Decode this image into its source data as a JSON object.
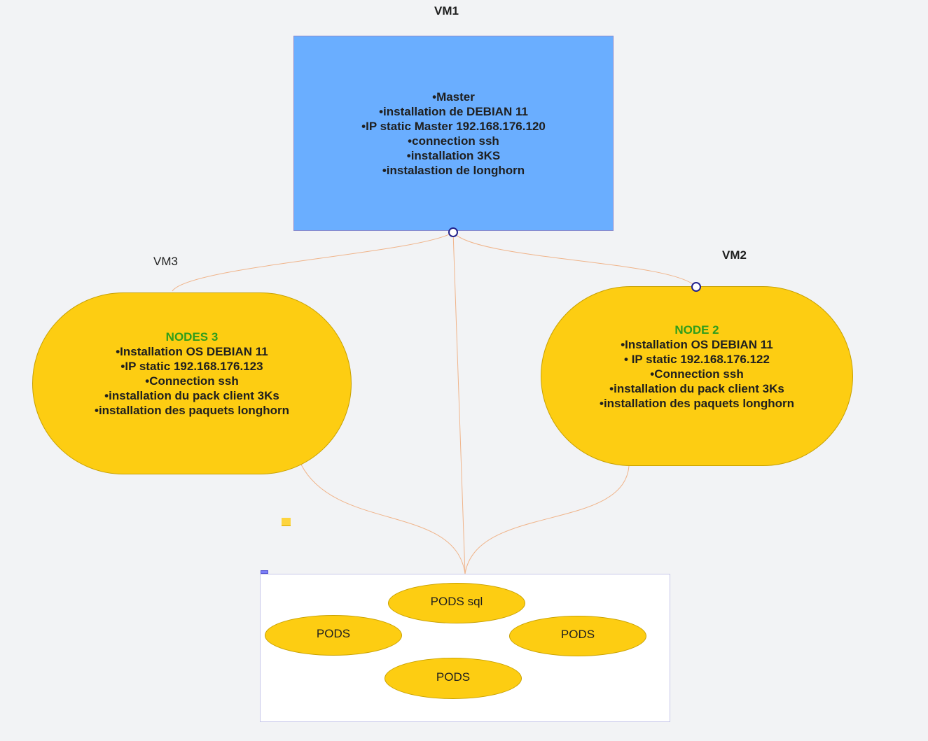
{
  "diagram": {
    "vm_labels": {
      "vm1": "VM1",
      "vm2": "VM2",
      "vm3": "VM3"
    },
    "master": {
      "items": [
        "Master",
        "installation de DEBIAN 11",
        "IP static Master 192.168.176.120",
        "connection ssh",
        "installation 3KS",
        "instalastion de longhorn"
      ]
    },
    "node3": {
      "title": "NODES 3",
      "items": [
        "Installation OS DEBIAN 11",
        "IP static  192.168.176.123",
        "Connection ssh",
        "installation du pack client 3Ks",
        "installation des paquets longhorn"
      ]
    },
    "node2": {
      "title": "NODE 2",
      "items": [
        "Installation OS DEBIAN 11",
        " IP static  192.168.176.122",
        "Connection ssh",
        "installation du pack client 3Ks",
        "installation des paquets longhorn"
      ]
    },
    "pods": {
      "sql": "PODS sql",
      "left": "PODS",
      "right": "PODS",
      "bottom": "PODS"
    }
  },
  "colors": {
    "background": "#f2f3f5",
    "master_fill": "#6aaeff",
    "node_fill": "#fdcd12",
    "node_title": "#2e9d1c",
    "connector": "#f0b48a",
    "handle_border": "#22228c",
    "frame_fill": "#ffffff"
  }
}
